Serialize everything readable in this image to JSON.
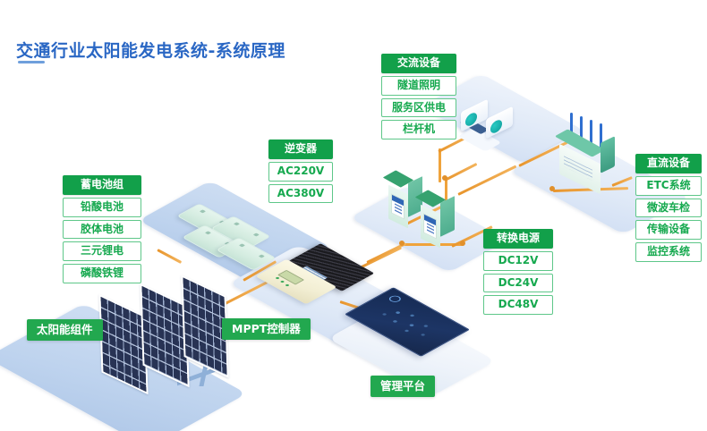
{
  "page": {
    "title": "交通行业太阳能发电系统-系统原理",
    "accent_blue": "#2a67c4",
    "accent_green": "#12a04a",
    "cable_color": "#efa33c",
    "platform_color": "#bed3ee",
    "background": "#ffffff"
  },
  "groups": {
    "battery": {
      "header": "蓄电池组",
      "items": [
        "铅酸电池",
        "胶体电池",
        "三元锂电",
        "磷酸铁锂"
      ]
    },
    "inverter": {
      "header": "逆变器",
      "items": [
        "AC220V",
        "AC380V"
      ]
    },
    "ac_equipment": {
      "header": "交流设备",
      "items": [
        "隧道照明",
        "服务区供电",
        "栏杆机"
      ]
    },
    "converter": {
      "header": "转换电源",
      "items": [
        "DC12V",
        "DC24V",
        "DC48V"
      ]
    },
    "dc_equipment": {
      "header": "直流设备",
      "items": [
        "ETC系统",
        "微波车检",
        "传输设备",
        "监控系统"
      ]
    }
  },
  "nodes": {
    "solar_modules": "太阳能组件",
    "mppt_controller": "MPPT控制器",
    "management_platform": "管理平台"
  },
  "scene": {
    "solar_panel_count": 3,
    "battery_count": 4,
    "inverter_cabinet_count": 2,
    "antenna_count": 4,
    "tunnel_lamp_count": 2
  }
}
